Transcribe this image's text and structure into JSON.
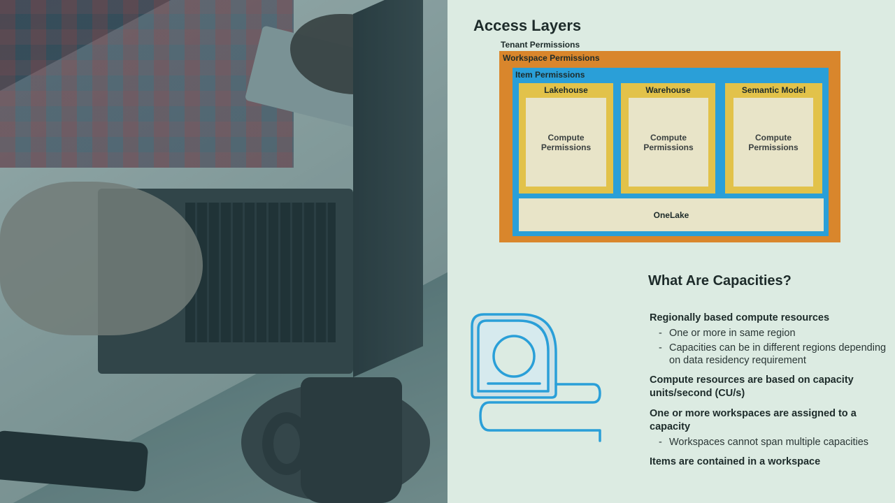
{
  "access_layers": {
    "title": "Access Layers",
    "tenant_label": "Tenant Permissions",
    "workspace_label": "Workspace Permissions",
    "item_label": "Item Permissions",
    "items": [
      {
        "name": "Lakehouse",
        "inner": "Compute\nPermissions"
      },
      {
        "name": "Warehouse",
        "inner": "Compute\nPermissions"
      },
      {
        "name": "Semantic Model",
        "inner": "Compute\nPermissions"
      }
    ],
    "onelake_label": "OneLake",
    "colors": {
      "workspace": "#d9862c",
      "item": "#2a9fd8",
      "compute_outer": "#e2c24a",
      "compute_inner": "#e8e4c8"
    }
  },
  "capacities": {
    "title": "What Are Capacities?",
    "icon": "capacity-icon",
    "bullets": [
      {
        "text": "Regionally based compute resources",
        "subs": [
          "One or more in same region",
          "Capacities can be in different regions depending on data residency requirement"
        ]
      },
      {
        "text": "Compute resources are based on capacity units/second (CU/s)",
        "subs": []
      },
      {
        "text": "One or more workspaces are assigned to a capacity",
        "subs": [
          "Workspaces cannot span multiple capacities"
        ]
      },
      {
        "text": "Items are contained in a workspace",
        "subs": []
      }
    ]
  }
}
